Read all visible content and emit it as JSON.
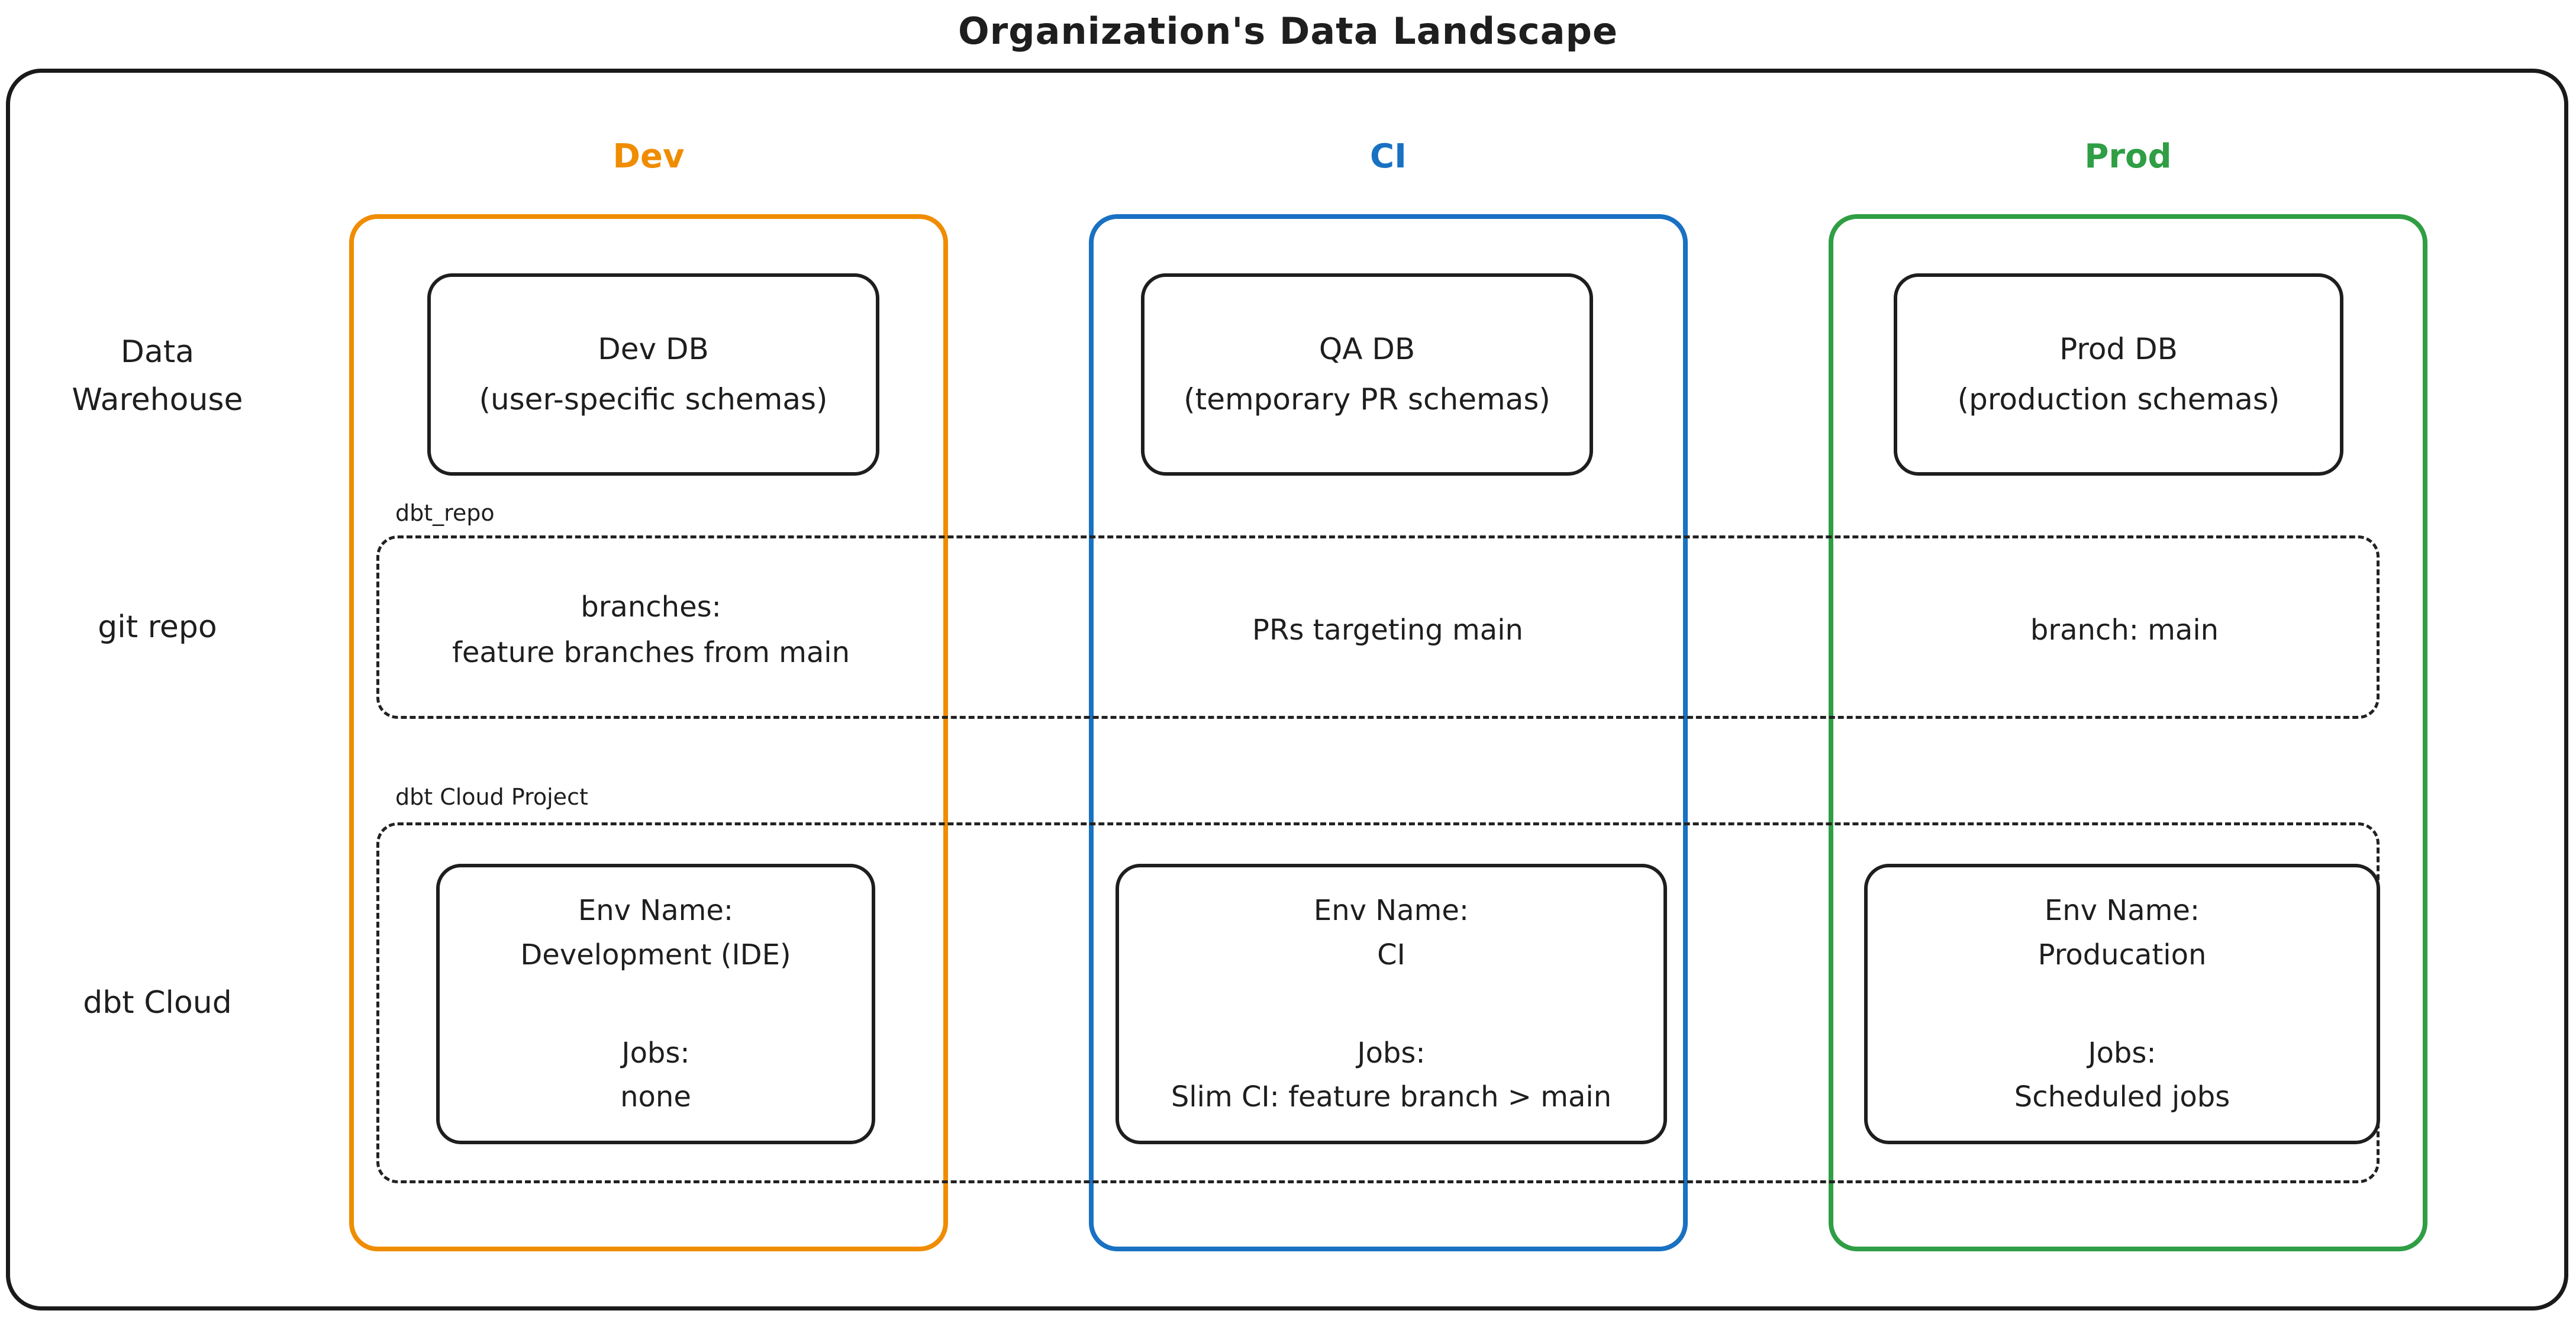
{
  "title": "Organization's Data Landscape",
  "palette": {
    "dev": "#f08c00",
    "ci": "#1971c2",
    "prod": "#2f9e44",
    "ink": "#1e1e1e"
  },
  "rows": {
    "warehouse_line1": "Data",
    "warehouse_line2": "Warehouse",
    "git": "git repo",
    "dbt": "dbt Cloud"
  },
  "groups": {
    "git_label": "dbt_repo",
    "dbt_label": "dbt Cloud Project"
  },
  "columns": [
    {
      "label": "Dev",
      "db": {
        "name": "Dev DB",
        "detail": "(user-specific schemas)"
      },
      "git_lines": [
        "branches:",
        "feature branches from main"
      ],
      "env": {
        "name_label": "Env Name:",
        "name": "Development (IDE)",
        "jobs_label": "Jobs:",
        "jobs": "none"
      }
    },
    {
      "label": "CI",
      "db": {
        "name": "QA DB",
        "detail": "(temporary PR schemas)"
      },
      "git_lines": [
        "PRs targeting main"
      ],
      "env": {
        "name_label": "Env Name:",
        "name": "CI",
        "jobs_label": "Jobs:",
        "jobs": "Slim CI: feature branch > main"
      }
    },
    {
      "label": "Prod",
      "db": {
        "name": "Prod DB",
        "detail": "(production schemas)"
      },
      "git_lines": [
        "branch: main"
      ],
      "env": {
        "name_label": "Env Name:",
        "name": "Producation",
        "jobs_label": "Jobs:",
        "jobs": "Scheduled jobs"
      }
    }
  ]
}
